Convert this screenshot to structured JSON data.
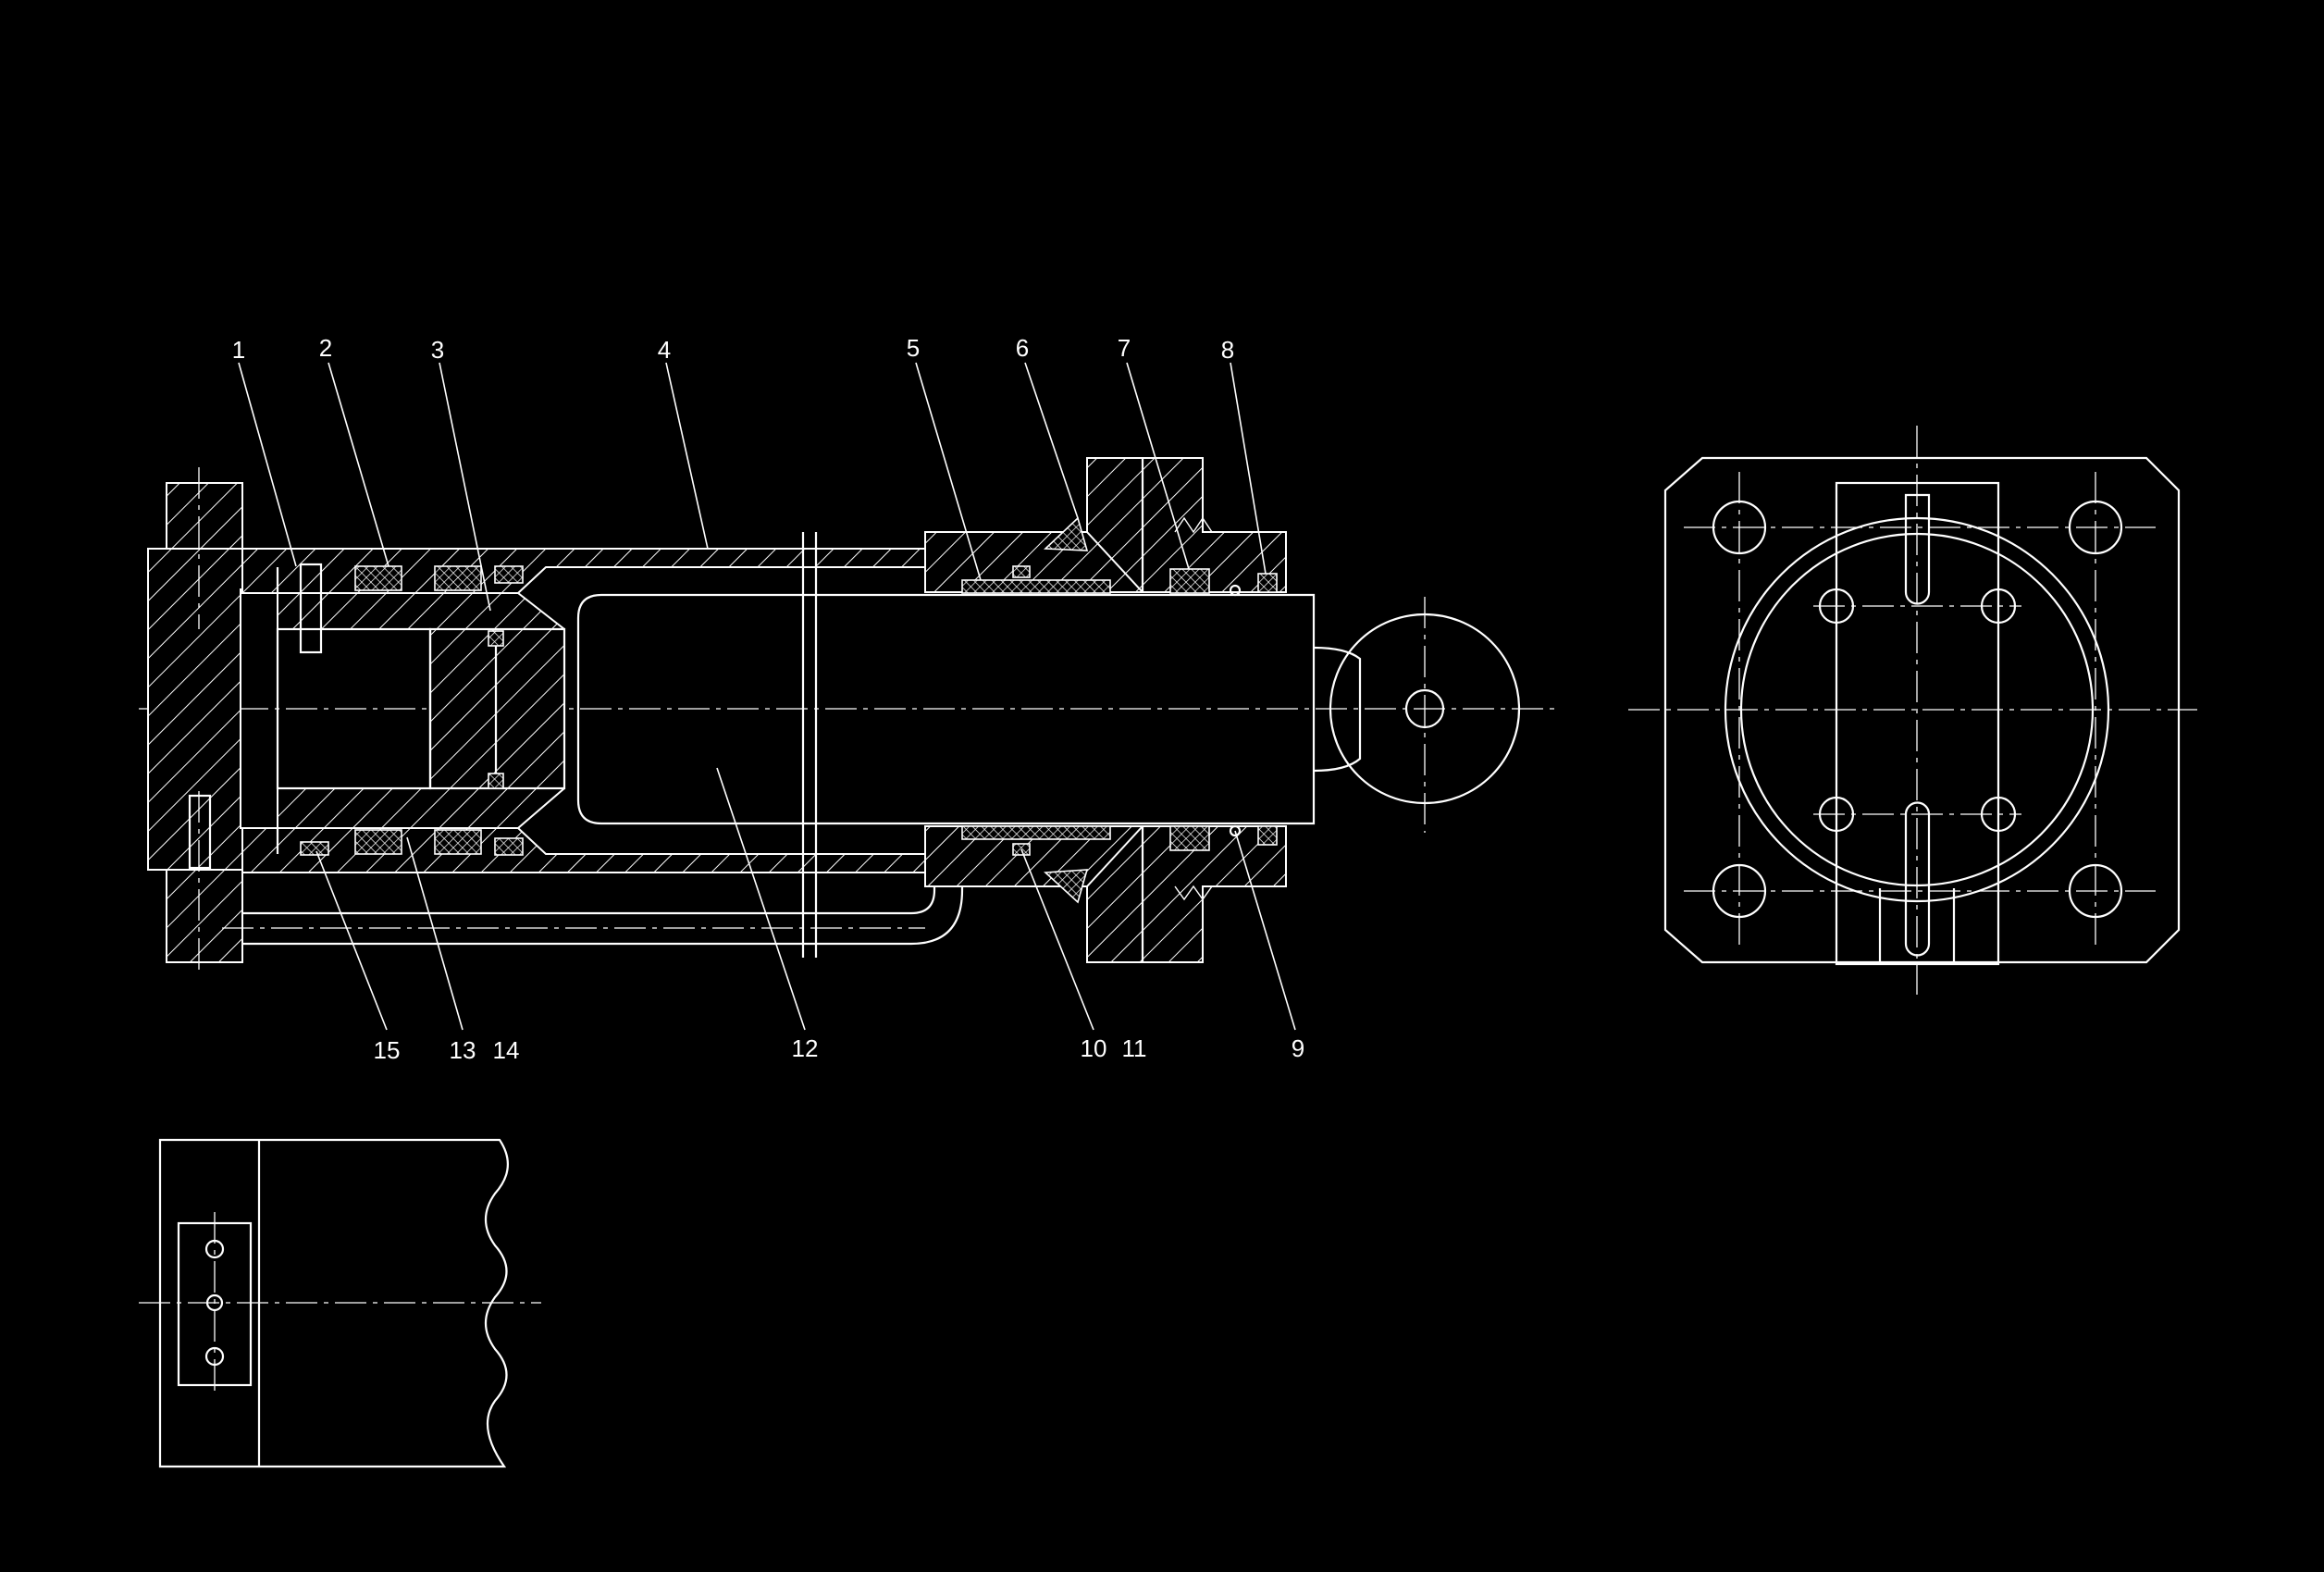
{
  "part_labels": [
    {
      "id": "p1",
      "text": "1"
    },
    {
      "id": "p2",
      "text": "2"
    },
    {
      "id": "p3",
      "text": "3"
    },
    {
      "id": "p4",
      "text": "4"
    },
    {
      "id": "p5",
      "text": "5"
    },
    {
      "id": "p6",
      "text": "6"
    },
    {
      "id": "p7",
      "text": "7"
    },
    {
      "id": "p8",
      "text": "8"
    },
    {
      "id": "p9",
      "text": "9"
    },
    {
      "id": "p10",
      "text": "10"
    },
    {
      "id": "p11",
      "text": "11"
    },
    {
      "id": "p12",
      "text": "12"
    },
    {
      "id": "p13",
      "text": "13"
    },
    {
      "id": "p14",
      "text": "14"
    },
    {
      "id": "p15",
      "text": "15"
    }
  ],
  "colors": {
    "background": "#000000",
    "line": "#ffffff"
  }
}
